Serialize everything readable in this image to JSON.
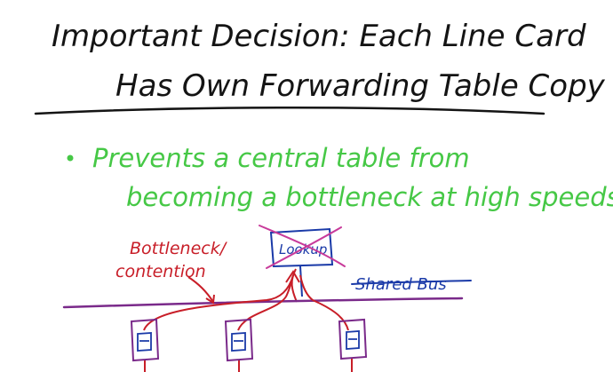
{
  "slide": {
    "title_line1": "Important Decision: Each Line Card",
    "title_line2": "Has Own Forwarding Table Copy",
    "bullet_line1": "Prevents a central table from",
    "bullet_line2": "becoming a bottleneck at high speeds.",
    "label_bottleneck": "Bottleneck/",
    "label_contention": "contention",
    "label_lookup": "Lookup",
    "label_shared_bus": "Shared Bus"
  },
  "colors": {
    "black": "#141414",
    "green": "#46c846",
    "red": "#c81e28",
    "purple": "#7a2a8a",
    "blue": "#1a3aa8",
    "magenta": "#c83a9a"
  },
  "icons": {
    "line_card": "line-card-icon",
    "bullet": "bullet-dot-icon"
  }
}
